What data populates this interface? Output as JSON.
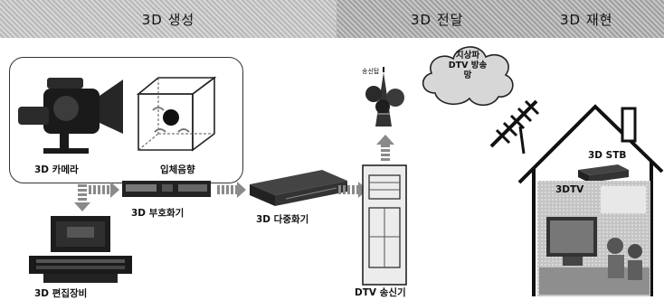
{
  "header": {
    "stage_generation": "3D 생성",
    "stage_delivery": "3D 전달",
    "stage_playback": "3D 재현"
  },
  "devices": {
    "camera": "3D 카메라",
    "audio": "입체음향",
    "encoder": "3D 부호화기",
    "multiplexer": "3D 다중화기",
    "editor": "3D 편집장비",
    "transmitter": "DTV 송신기",
    "stb": "3D STB",
    "tv": "3DTV"
  },
  "cloud_text": [
    "지상파",
    "DTV 방송",
    "망"
  ],
  "tower_label": "송신탑"
}
